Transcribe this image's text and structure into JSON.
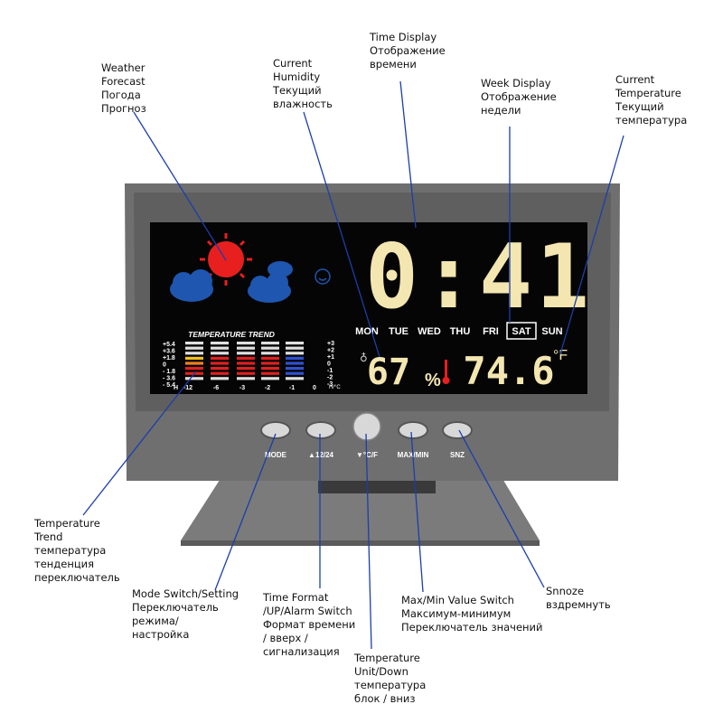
{
  "display": {
    "time": "0:41",
    "days": [
      "MON",
      "TUE",
      "WED",
      "THU",
      "FRI",
      "SAT",
      "SUN"
    ],
    "selected_day": "SAT",
    "humidity": "67",
    "humidity_unit": "%",
    "temperature": "74.6",
    "temperature_unit": "°F",
    "trend_title": "TEMPERATURE TREND",
    "trend_scale": [
      "+5.4",
      "+3.6",
      "+1.8",
      "0",
      "- 1.8",
      "- 3.6",
      "- 5.4"
    ],
    "trend_hours": [
      "-12",
      "-6",
      "-3",
      "-2",
      "-1",
      "0"
    ],
    "trend_hours_unit": "H",
    "right_scale": [
      "+3",
      "+2",
      "+1",
      "0",
      "-1",
      "-2",
      "-3"
    ],
    "right_scale_unit": "H/°C"
  },
  "buttons": [
    {
      "label": "MODE"
    },
    {
      "label": "▲12/24"
    },
    {
      "label": "▼°C/F"
    },
    {
      "label": "MAX/MIN"
    },
    {
      "label": "SNZ"
    }
  ],
  "callouts": {
    "weather": [
      "Weather",
      "Forecast",
      "Погода",
      "Прогноз"
    ],
    "humidity": [
      "Current",
      "Humidity",
      "Текущий",
      "влажность"
    ],
    "time": [
      "Time Display",
      "Отображение",
      "времени"
    ],
    "week": [
      "Week Display",
      "Отображение",
      "недели"
    ],
    "temperature": [
      "Current",
      "Temperature",
      "Текущий",
      "температура"
    ],
    "trend": [
      "Temperature",
      "Trend",
      "температура",
      "тенденция",
      "переключатель"
    ],
    "mode": [
      "Mode Switch/Setting",
      "Переключатель",
      "режима/",
      "настройка"
    ],
    "time_format": [
      "Time Format",
      "/UP/Alarm Switch",
      "Формат времени",
      "/ вверх /",
      "сигнализация"
    ],
    "unit": [
      "Temperature",
      "Unit/Down",
      "температура",
      "блок / вниз"
    ],
    "maxmin": [
      "Max/Min Value Switch",
      "Максимум-минимум",
      "Переключатель значений"
    ],
    "snooze": [
      "Snnoze",
      "вздремнуть"
    ]
  }
}
